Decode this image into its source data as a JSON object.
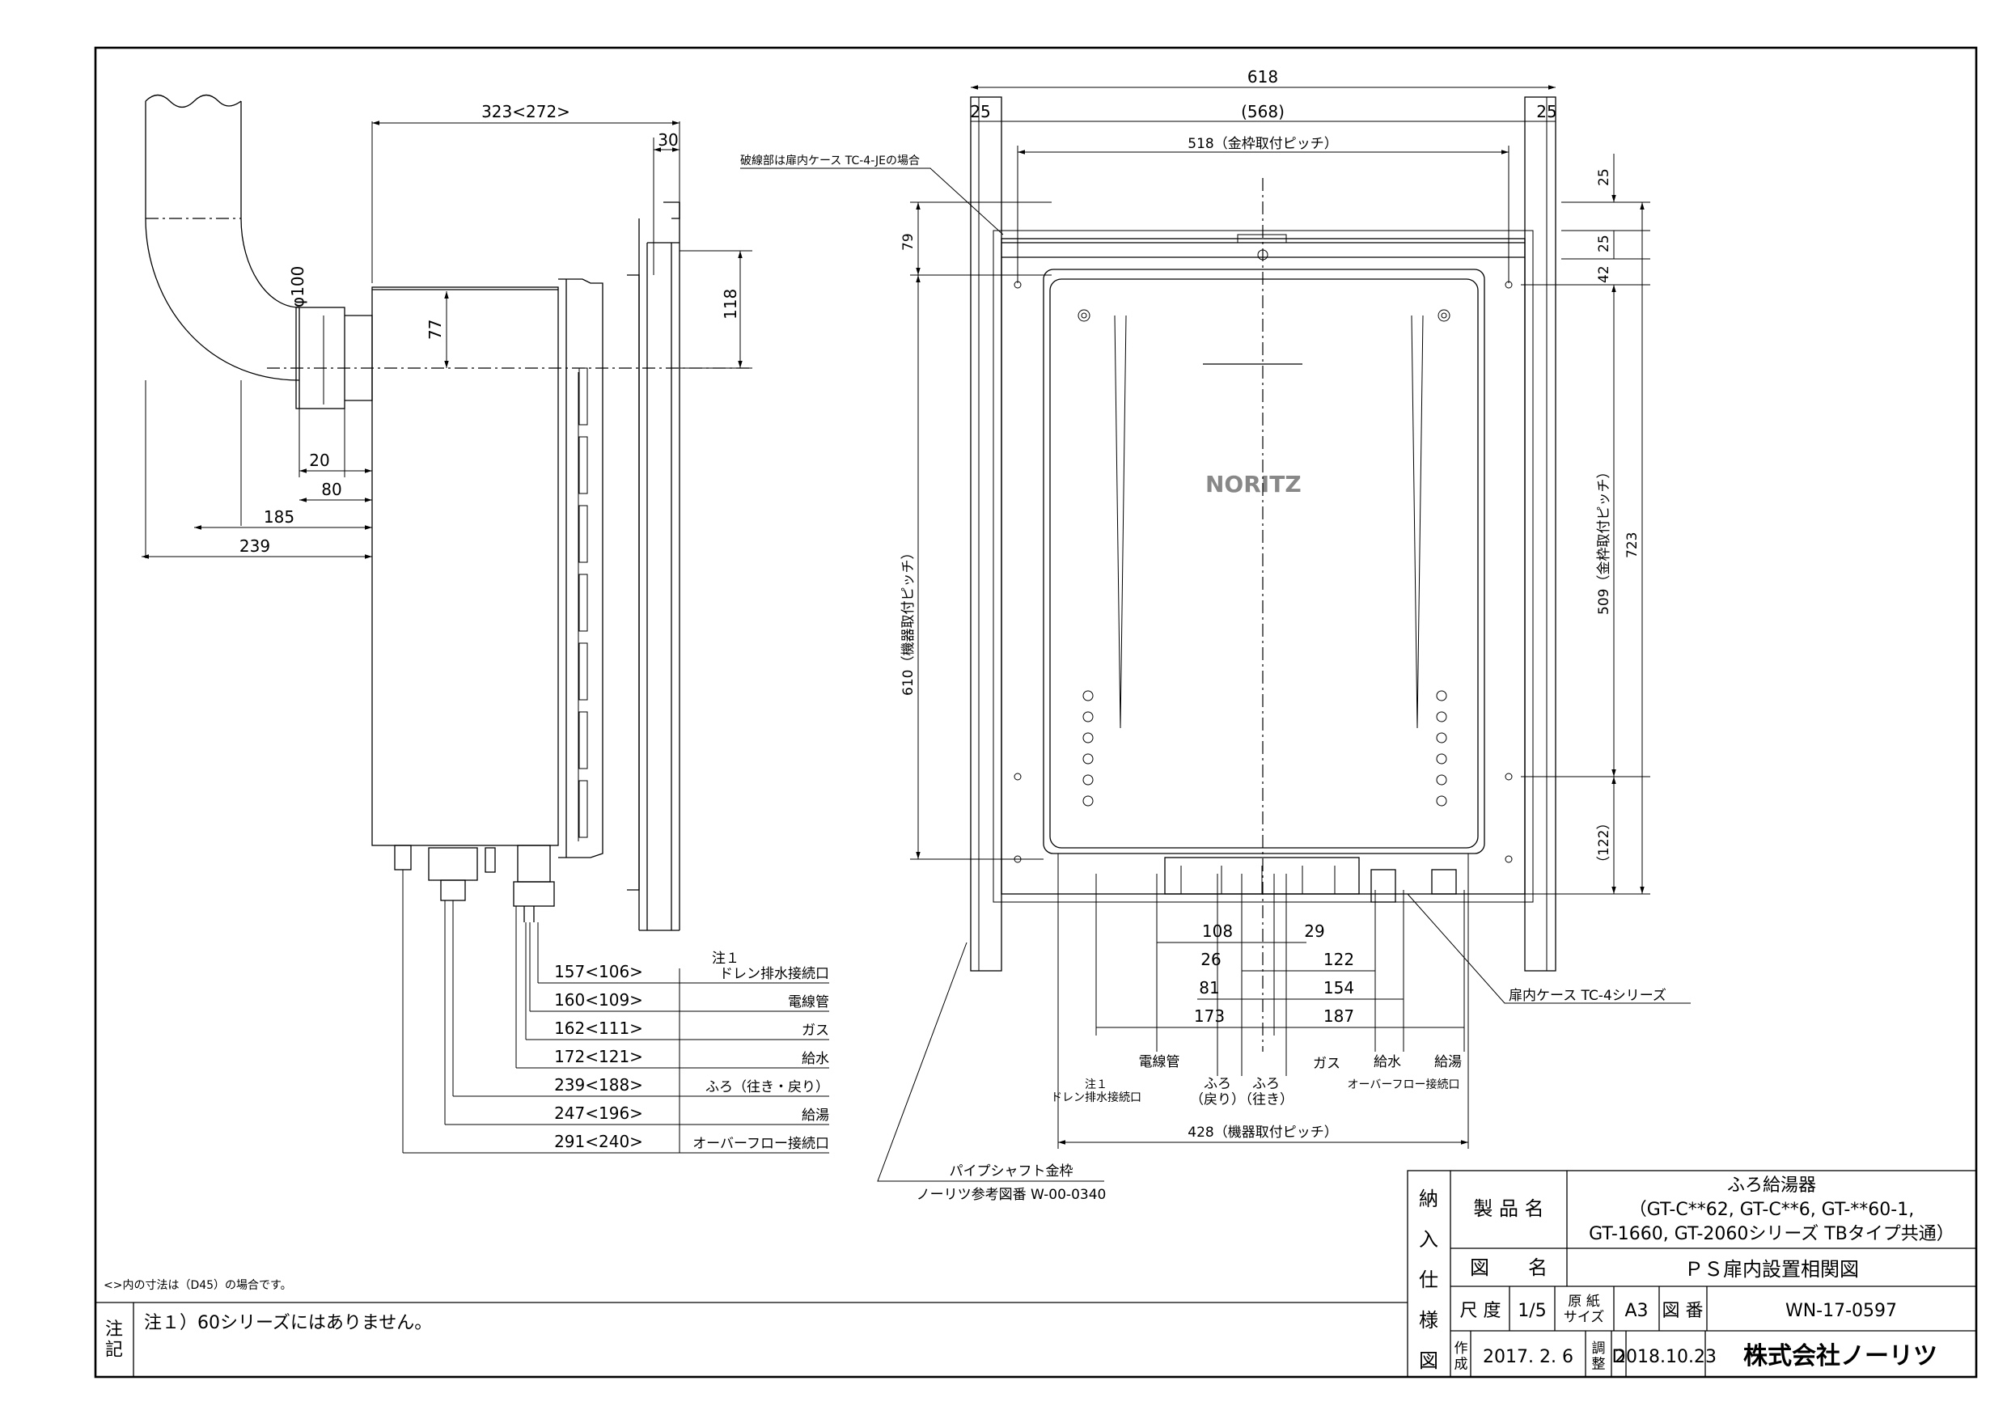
{
  "side_view": {
    "dim_overall_depth": "323<272>",
    "dim_bracket": "30",
    "dim_duct": "φ100",
    "dim_77": "77",
    "dim_118": "118",
    "dim_20": "20",
    "dim_80": "80",
    "dim_185": "185",
    "dim_239": "239"
  },
  "connections": [
    {
      "dim": "157<106>",
      "label": "ドレン排水接続口",
      "note": "注１"
    },
    {
      "dim": "160<109>",
      "label": "電線管"
    },
    {
      "dim": "162<111>",
      "label": "ガス"
    },
    {
      "dim": "172<121>",
      "label": "給水"
    },
    {
      "dim": "239<188>",
      "label": "ふろ（往き・戻り）"
    },
    {
      "dim": "247<196>",
      "label": "給湯"
    },
    {
      "dim": "291<240>",
      "label": "オーバーフロー接続口"
    }
  ],
  "front_view": {
    "dim_618": "618",
    "dim_568": "(568)",
    "dim_25_left": "25",
    "dim_25_right": "25",
    "dim_518": "518（金枠取付ピッチ）",
    "callout_dashed": "破線部は扉内ケース TC-4-JEの場合",
    "dim_79": "79",
    "dim_25_top": "25",
    "dim_25_top2": "25",
    "dim_42": "42",
    "dim_610": "610（機器取付ピッチ）",
    "dim_509": "509（金枠取付ピッチ）",
    "dim_723": "723",
    "dim_122": "（122）",
    "logo": "NORITZ",
    "bottom_dims_left": [
      "108",
      "26",
      "81",
      "173"
    ],
    "bottom_dims_right": [
      "29",
      "122",
      "154",
      "187"
    ],
    "label_denshikan": "電線管",
    "label_furo_back": "ふろ\n（戻り）",
    "label_furo_out": "ふろ\n（往き）",
    "label_gas": "ガス",
    "label_water": "給水",
    "label_hotwater": "給湯",
    "label_overflow": "オーバーフロー接続口",
    "label_drain": "注１\nドレン排水接続口",
    "dim_428": "428（機器取付ピッチ）",
    "case_label": "扉内ケース TC-4シリーズ",
    "pipe_shaft": "パイプシャフト金枠",
    "pipe_ref": "ノーリツ参考図番 W-00-0340"
  },
  "notes": {
    "bracket_note": "<>内の寸法は（D45）の場合です。",
    "note_label": "注\n記",
    "note_text": "注１）60シリーズにはありません。"
  },
  "title_block": {
    "side_label": [
      "納",
      "入",
      "仕",
      "様",
      "図"
    ],
    "product_label": "製 品 名",
    "product_line1": "ふろ給湯器",
    "product_line2": "（GT-C**62, GT-C**6, GT-**60-1,",
    "product_line3": "GT-1660, GT-2060シリーズ TBタイプ共通）",
    "drawing_label": "図　　名",
    "drawing_name": "ＰＳ扉内設置相関図",
    "scale_label": "尺 度",
    "scale": "1/5",
    "paper_label": "原 紙\nサイズ",
    "paper": "A3",
    "number_label": "図 番",
    "number": "WN-17-0597",
    "made_label": "作\n成",
    "made_date": "2017. 2. 6",
    "adj_label": "調\n整",
    "adj_code": "D",
    "adj_date": "2018.10.23",
    "company": "株式会社ノーリツ"
  }
}
